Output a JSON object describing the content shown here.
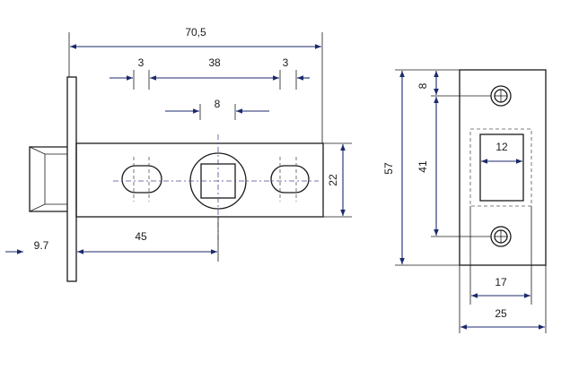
{
  "diagram": {
    "colors": {
      "dimension_line": "#1b2a6b",
      "outline": "#1a1a1a",
      "background": "#ffffff"
    },
    "latch_view": {
      "dimensions": {
        "overall_length": "70,5",
        "left_gap": "3",
        "slot_span": "38",
        "right_gap": "3",
        "spindle_width": "8",
        "body_height": "22",
        "backset": "45",
        "bolt_projection": "9.7"
      }
    },
    "strike_plate_view": {
      "dimensions": {
        "edge_to_hole": "8",
        "plate_height": "57",
        "hole_spacing": "41",
        "opening_width": "12",
        "recess_width": "17",
        "plate_width": "25"
      }
    }
  }
}
